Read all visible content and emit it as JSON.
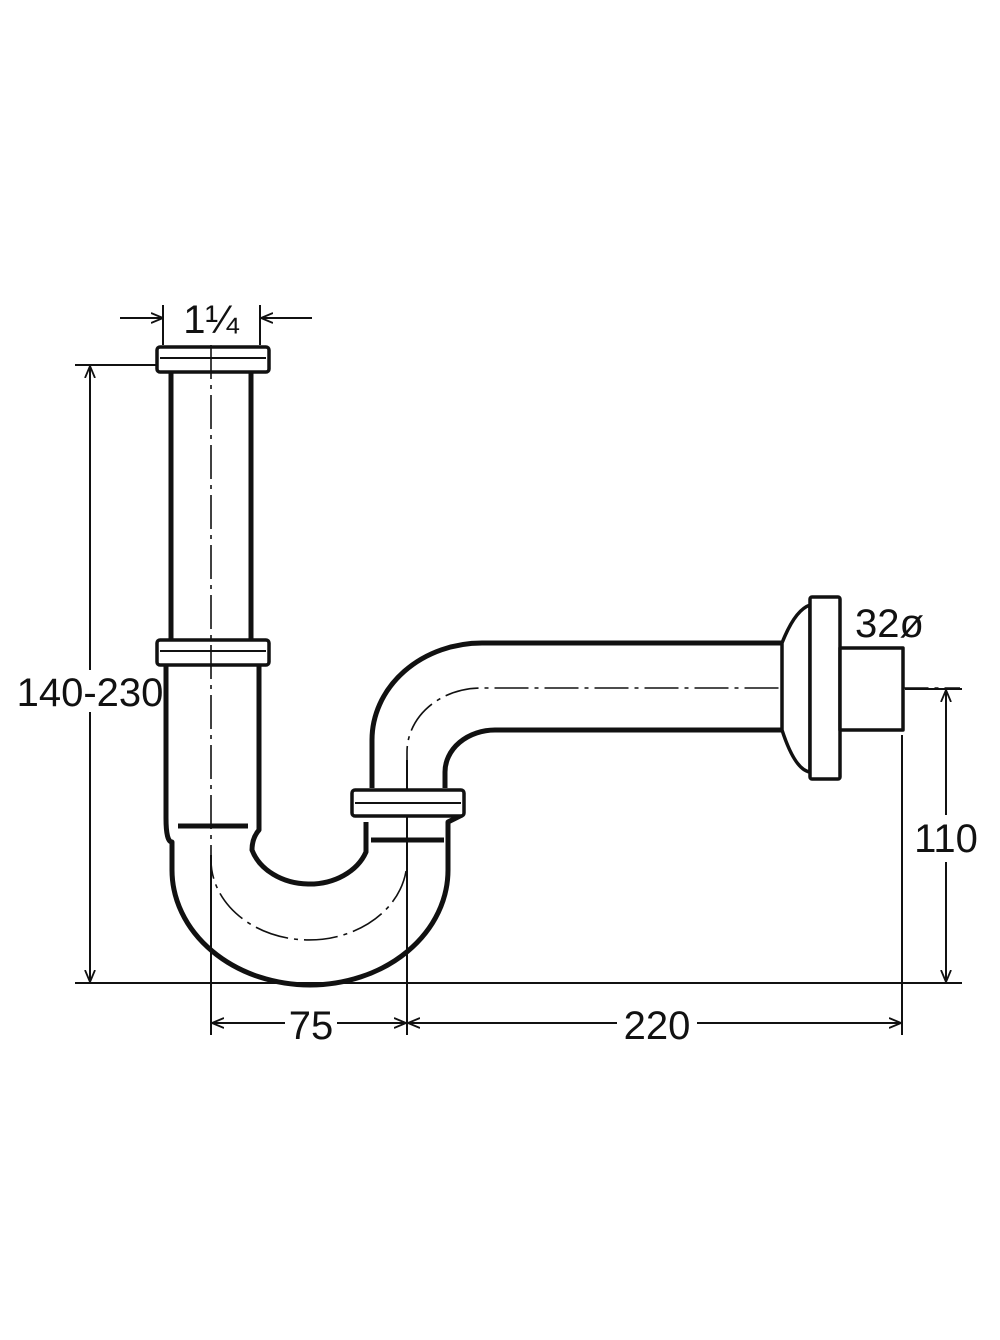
{
  "dimensions": {
    "inlet_size": "1¼",
    "height_range": "140-230",
    "outlet_diameter": "32ø",
    "outlet_height": "110",
    "trap_width": "75",
    "outlet_length": "220"
  }
}
